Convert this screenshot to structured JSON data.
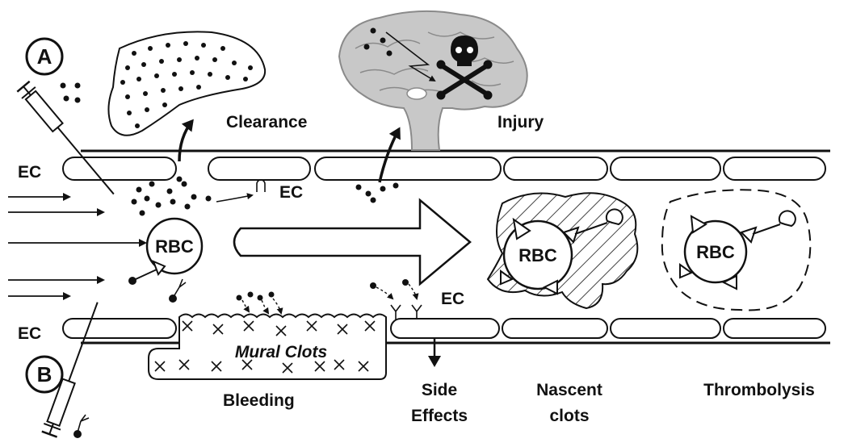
{
  "labels": {
    "marker_a": "A",
    "marker_b": "B",
    "clearance": "Clearance",
    "injury": "Injury",
    "ec_top_left": "EC",
    "ec_top_mid": "EC",
    "ec_bottom_mid": "EC",
    "ec_bottom_left": "EC",
    "rbc_left": "RBC",
    "rbc_mid": "RBC",
    "rbc_right": "RBC",
    "mural_clots": "Mural Clots",
    "bleeding": "Bleeding",
    "side_effects_line1": "Side",
    "side_effects_line2": "Effects",
    "nascent_line1": "Nascent",
    "nascent_line2": "clots",
    "thrombolysis": "Thrombolysis"
  },
  "colors": {
    "ink": "#111111",
    "brain_fill": "#c8c8c8",
    "brain_stroke": "#8a8a8a",
    "background": "#ffffff"
  },
  "icons": {
    "syringe_top": "syringe-icon",
    "syringe_bottom": "syringe-icon",
    "liver": "liver-icon",
    "brain": "brain-icon",
    "skull": "skull-crossbones-icon"
  }
}
